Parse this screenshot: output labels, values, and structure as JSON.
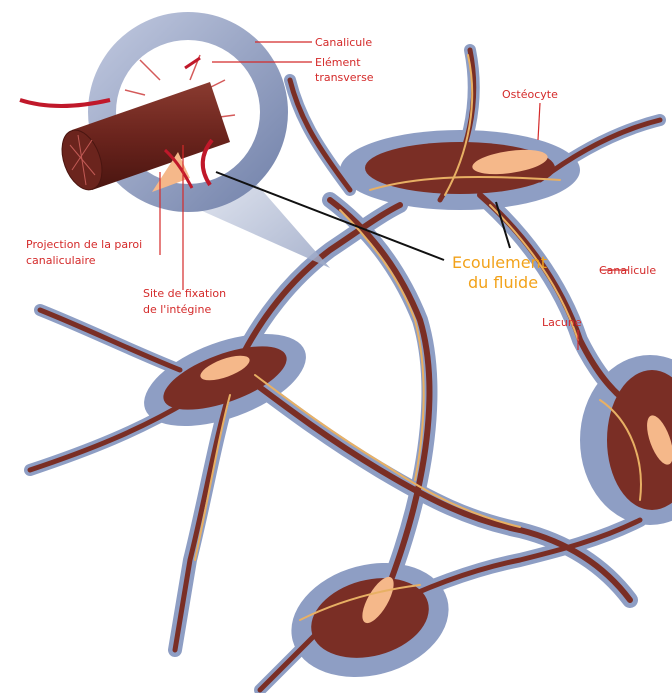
{
  "labels": {
    "canalicule_top": "Canalicule",
    "element_transverse_1": "Elément",
    "element_transverse_2": "transverse",
    "osteocyte": "Ostéocyte",
    "projection_1": "Projection de la paroi",
    "projection_2": "canaliculaire",
    "site_1": "Site de fixation",
    "site_2": "de l'intégine",
    "flow_1": "Ecoulement",
    "flow_2": "du fluide",
    "canalicule_right": "Canalicule",
    "lacune": "Lacune"
  },
  "colors": {
    "label_red": "#d42a2a",
    "flow_orange": "#f2a21a",
    "lacuna_blue": "#8e9ec4",
    "cell_brown": "#7a2e25",
    "nucleus": "#f5b88a",
    "canal_yellow": "#e8b064"
  }
}
